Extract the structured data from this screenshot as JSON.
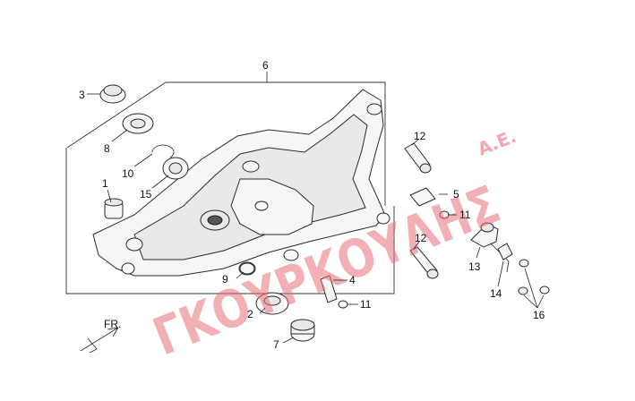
{
  "watermark": {
    "main": "ΓΚΟΥΡΚΟΥΛΗΣ",
    "suffix": "Α.Ε."
  },
  "direction": {
    "label": "FR."
  },
  "callouts": [
    "1",
    "2",
    "3",
    "4",
    "5",
    "6",
    "7",
    "8",
    "9",
    "10",
    "11",
    "11",
    "12",
    "12",
    "13",
    "14",
    "15",
    "16"
  ],
  "colors": {
    "line": "#2a2a2a",
    "watermark": "#e8717a",
    "background": "#ffffff"
  }
}
